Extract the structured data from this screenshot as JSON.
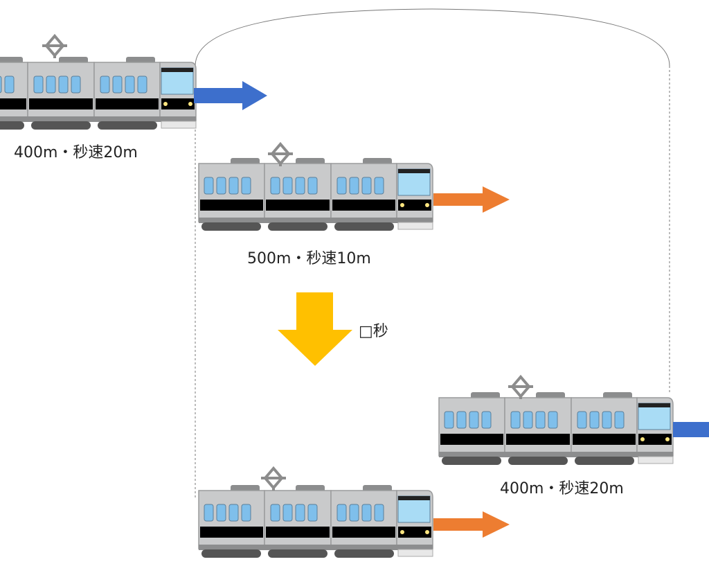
{
  "trains": [
    {
      "id": "blue-top",
      "label": "400m・秒速20m",
      "stripe_color": "#2f8fd8",
      "arrow_color": "#3d6fcc"
    },
    {
      "id": "orange-mid",
      "label": "500m・秒速10m",
      "stripe_color": "#ff7a00",
      "arrow_color": "#ed7d31"
    },
    {
      "id": "blue-right",
      "label": "400m・秒速20m",
      "stripe_color": "#2f8fd8",
      "arrow_color": "#3d6fcc"
    },
    {
      "id": "orange-bottom",
      "label": "",
      "stripe_color": "#ff7a00",
      "arrow_color": "#ed7d31"
    }
  ],
  "time_arrow": {
    "label": "□秒",
    "color": "#ffc000"
  },
  "colors": {
    "car_body": "#c9cacb",
    "car_outline": "#9a9b9c",
    "window": "#7fbfeb",
    "cab_window": "#a9dcf5",
    "roof": "#8c8d8e",
    "wheels": "#555555",
    "pantograph": "#8c8c8c",
    "guide_line": "#777777"
  }
}
